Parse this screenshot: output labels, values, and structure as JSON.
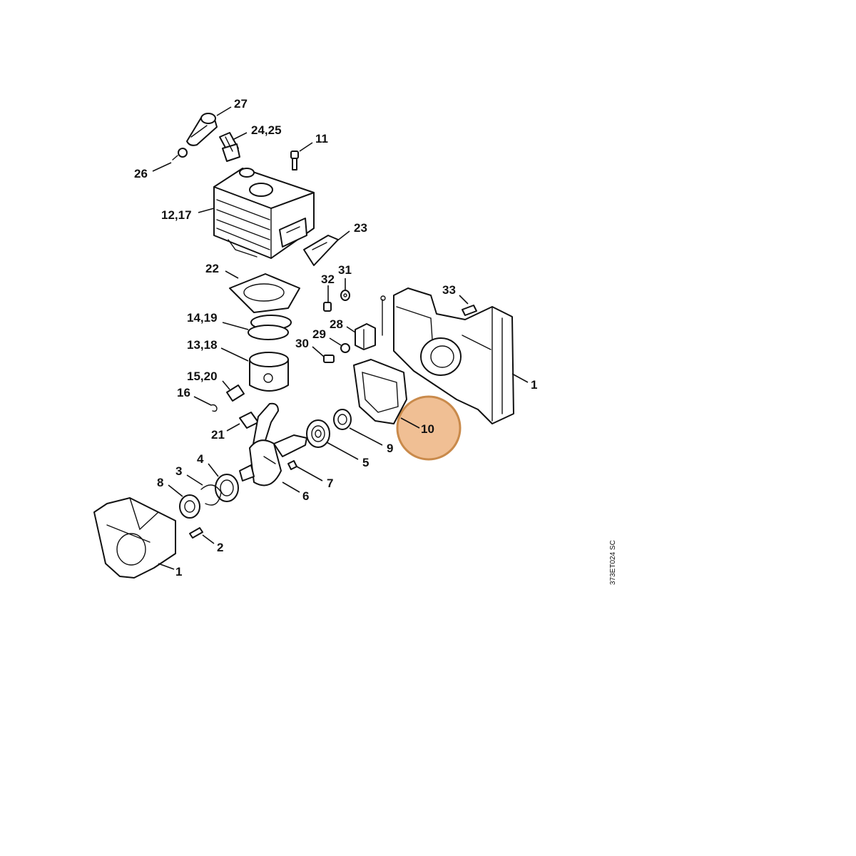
{
  "diagram": {
    "drawing_code": "373ET024 SC",
    "highlight_color": "#f0bf94",
    "highlight_stroke": "#c98a4b",
    "highlighted_part": "10",
    "labels": {
      "p27": "27",
      "p24_25": "24,25",
      "p11": "11",
      "p26": "26",
      "p12_17": "12,17",
      "p23": "23",
      "p22": "22",
      "p32": "32",
      "p31": "31",
      "p33": "33",
      "p14_19": "14,19",
      "p28": "28",
      "p29": "29",
      "p13_18": "13,18",
      "p30": "30",
      "p15_20": "15,20",
      "p16": "16",
      "p1_right": "1",
      "p10": "10",
      "p21": "21",
      "p9": "9",
      "p5": "5",
      "p4": "4",
      "p3": "3",
      "p7": "7",
      "p8": "8",
      "p6": "6",
      "p2": "2",
      "p1_left": "1"
    }
  }
}
